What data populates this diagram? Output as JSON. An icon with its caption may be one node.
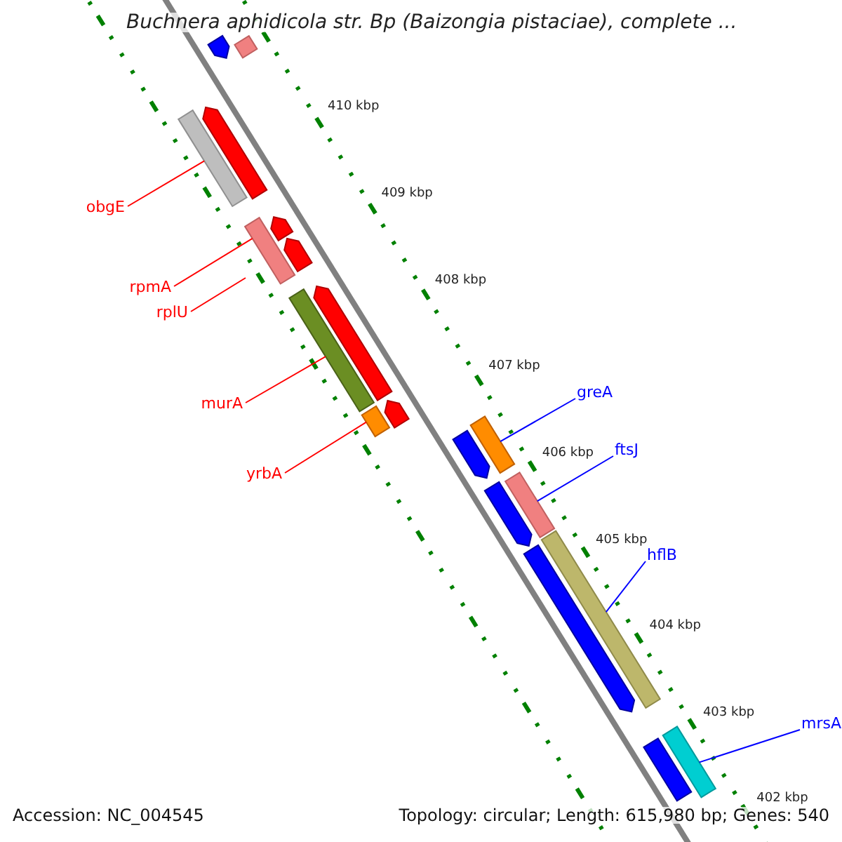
{
  "diagram": {
    "title": "Buchnera aphidicola str. Bp (Baizongia pistaciae), complete ...",
    "nodes": [
      {
        "text": [],
        "shape": "pentagon"
      },
      {
        "text": [],
        "shape": "bar"
      },
      {
        "text": [],
        "shape": "pentagon"
      },
      {
        "text": [],
        "shape": "bar"
      },
      {
        "text": [
          "obgE"
        ]
      },
      {
        "text": [],
        "shape": "pentagon"
      },
      {
        "text": [],
        "shape": "pentagon"
      },
      {
        "text": [],
        "shape": "bar"
      },
      {
        "text": [
          "rpmA"
        ]
      },
      {
        "text": [
          "rplU"
        ]
      },
      {
        "text": [],
        "shape": "pentagon"
      },
      {
        "text": [],
        "shape": "bar"
      },
      {
        "text": [
          "murA"
        ]
      },
      {
        "text": [],
        "shape": "pentagon"
      },
      {
        "text": [],
        "shape": "bar"
      },
      {
        "text": [
          "yrbA"
        ]
      },
      {
        "text": [
          "greA"
        ]
      },
      {
        "text": [],
        "shape": "pentagon"
      },
      {
        "text": [],
        "shape": "bar"
      },
      {
        "text": [
          "ftsJ"
        ]
      },
      {
        "text": [],
        "shape": "pentagon"
      },
      {
        "text": [],
        "shape": "bar"
      },
      {
        "text": [],
        "shape": "pentagon"
      },
      {
        "text": [],
        "shape": "bar"
      },
      {
        "text": [
          "hflB"
        ]
      },
      {
        "text": [],
        "shape": "bar"
      },
      {
        "text": [],
        "shape": "bar"
      },
      {
        "text": [
          "mrsA"
        ]
      }
    ],
    "edges": [
      {
        "from": 4,
        "to": 3,
        "arrow": "none"
      },
      {
        "from": 8,
        "to": 7,
        "arrow": "none"
      },
      {
        "from": 9,
        "to": null,
        "arrow": "none"
      },
      {
        "from": 12,
        "to": 11,
        "arrow": "none"
      },
      {
        "from": 15,
        "to": 14,
        "arrow": "none"
      },
      {
        "from": 16,
        "to": 18,
        "arrow": "none",
        "color": "#0000ff"
      },
      {
        "from": 19,
        "to": 21,
        "arrow": "none",
        "color": "#0000ff"
      },
      {
        "from": 24,
        "to": 23,
        "arrow": "none",
        "color": "#0000ff"
      },
      {
        "from": 27,
        "to": 26,
        "arrow": "none",
        "color": "#0000ff"
      }
    ],
    "labels": [
      "410 kbp",
      "409 kbp",
      "408 kbp",
      "407 kbp",
      "406 kbp",
      "405 kbp",
      "404 kbp",
      "403 kbp",
      "402 kbp",
      "Accession: NC_004545",
      "Topology: circular; Length: 615,980 bp; Genes: 540"
    ]
  }
}
